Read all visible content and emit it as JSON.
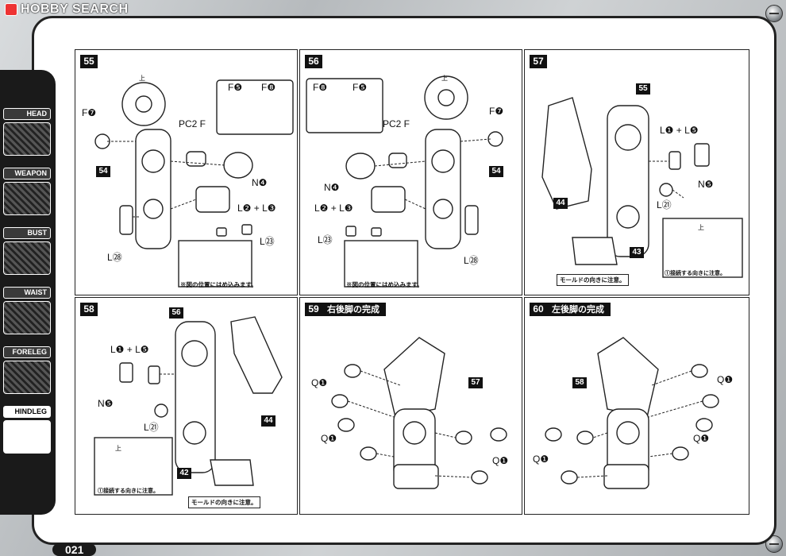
{
  "site_logo": "HOBBY SEARCH",
  "page_number": "021",
  "sidebar": [
    {
      "label": "HEAD",
      "active": false
    },
    {
      "label": "WEAPON",
      "active": false
    },
    {
      "label": "BUST",
      "active": false
    },
    {
      "label": "WAIST",
      "active": false
    },
    {
      "label": "FORELEG",
      "active": false
    },
    {
      "label": "HINDLEG",
      "active": true
    }
  ],
  "steps": {
    "s55": {
      "num": "55",
      "f7": "F❼",
      "f5": "F❺",
      "f8": "F❽",
      "pc2": "PC2 F",
      "n4": "N❹",
      "l2l3": "L❷ + L❸",
      "l23": "L㉓",
      "l28": "L㉘",
      "p54": "54",
      "up": "上",
      "caption": "※図の位置にはめ込みます。"
    },
    "s56": {
      "num": "56",
      "f8": "F❽",
      "f5": "F❺",
      "f7": "F❼",
      "pc2": "PC2 F",
      "n4": "N❹",
      "l2l3": "L❷ + L❸",
      "l23": "L㉓",
      "l28": "L㉘",
      "p54": "54",
      "up": "上",
      "caption": "※図の位置にはめ込みます。"
    },
    "s57": {
      "num": "57",
      "p55": "55",
      "l1l5": "L❶ + L❺",
      "n5": "N❺",
      "l21": "L㉑",
      "p44": "44",
      "p43": "43",
      "caption_mold": "モールドの向きに注意。",
      "up": "上",
      "caption_connect": "①接続する向きに注意。"
    },
    "s58": {
      "num": "58",
      "p56": "56",
      "l1l5": "L❶ + L❺",
      "n5": "N❺",
      "l21": "L㉑",
      "p44": "44",
      "p42": "42",
      "caption_mold": "モールドの向きに注意。",
      "up": "上",
      "caption_connect": "①接続する向きに注意。"
    },
    "s59": {
      "num": "59",
      "title": "右後脚の完成",
      "q1a": "Q❶",
      "q1b": "Q❶",
      "q1c": "Q❶",
      "p57": "57"
    },
    "s60": {
      "num": "60",
      "title": "左後脚の完成",
      "q1a": "Q❶",
      "q1b": "Q❶",
      "q1c": "Q❶",
      "p58": "58"
    }
  }
}
